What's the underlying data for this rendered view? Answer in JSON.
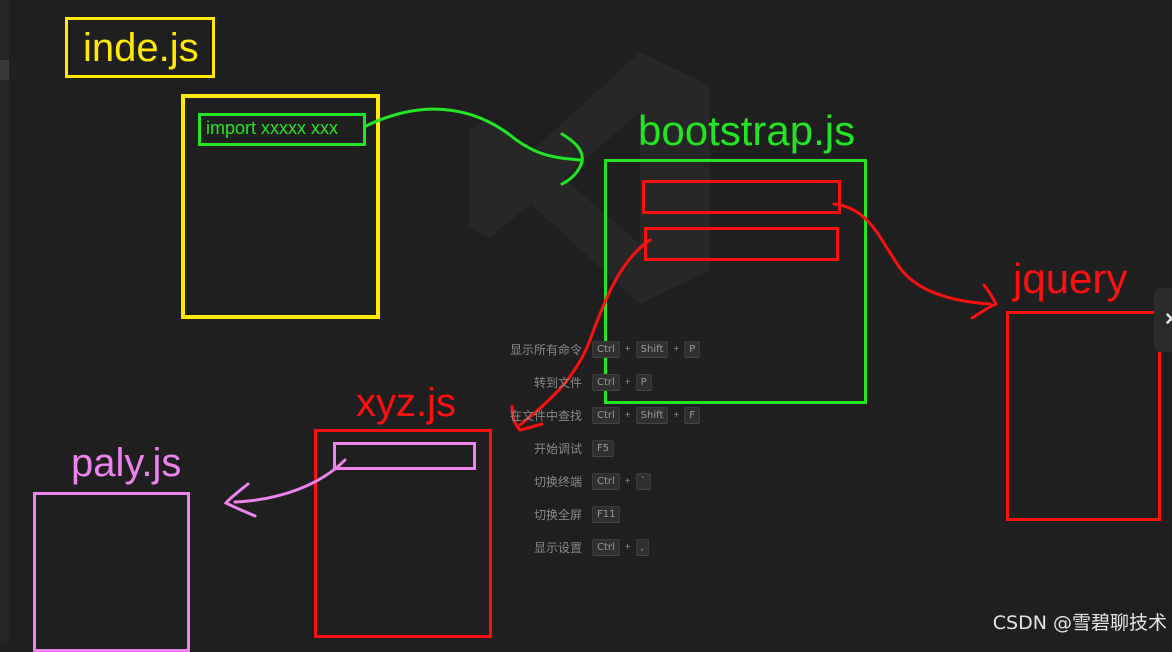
{
  "diagram": {
    "index_file": {
      "title": "inde.js",
      "import_text": "import xxxxx xxx"
    },
    "bootstrap_file": {
      "title": "bootstrap.js"
    },
    "jquery_file": {
      "title": "jquery"
    },
    "xyz_file": {
      "title": "xyz.js"
    },
    "play_file": {
      "title": "paly.js"
    }
  },
  "shortcuts": [
    {
      "label": "显示所有命令",
      "keys": [
        "Ctrl",
        "Shift",
        "P"
      ]
    },
    {
      "label": "转到文件",
      "keys": [
        "Ctrl",
        "P"
      ]
    },
    {
      "label": "在文件中查找",
      "keys": [
        "Ctrl",
        "Shift",
        "F"
      ]
    },
    {
      "label": "开始调试",
      "keys": [
        "F5"
      ]
    },
    {
      "label": "切换终端",
      "keys": [
        "Ctrl",
        "`"
      ]
    },
    {
      "label": "切换全屏",
      "keys": [
        "F11"
      ]
    },
    {
      "label": "显示设置",
      "keys": [
        "Ctrl",
        ","
      ]
    }
  ],
  "watermark": {
    "text": "CSDN @雪碧聊技术"
  },
  "side_tab": {
    "icon": "close-icon",
    "glyph": "×"
  },
  "colors": {
    "index": "#ffea00",
    "bootstrap": "#22e622",
    "dependency": "#ff1010",
    "play": "#ee82ee",
    "background": "#1f1f1f"
  }
}
